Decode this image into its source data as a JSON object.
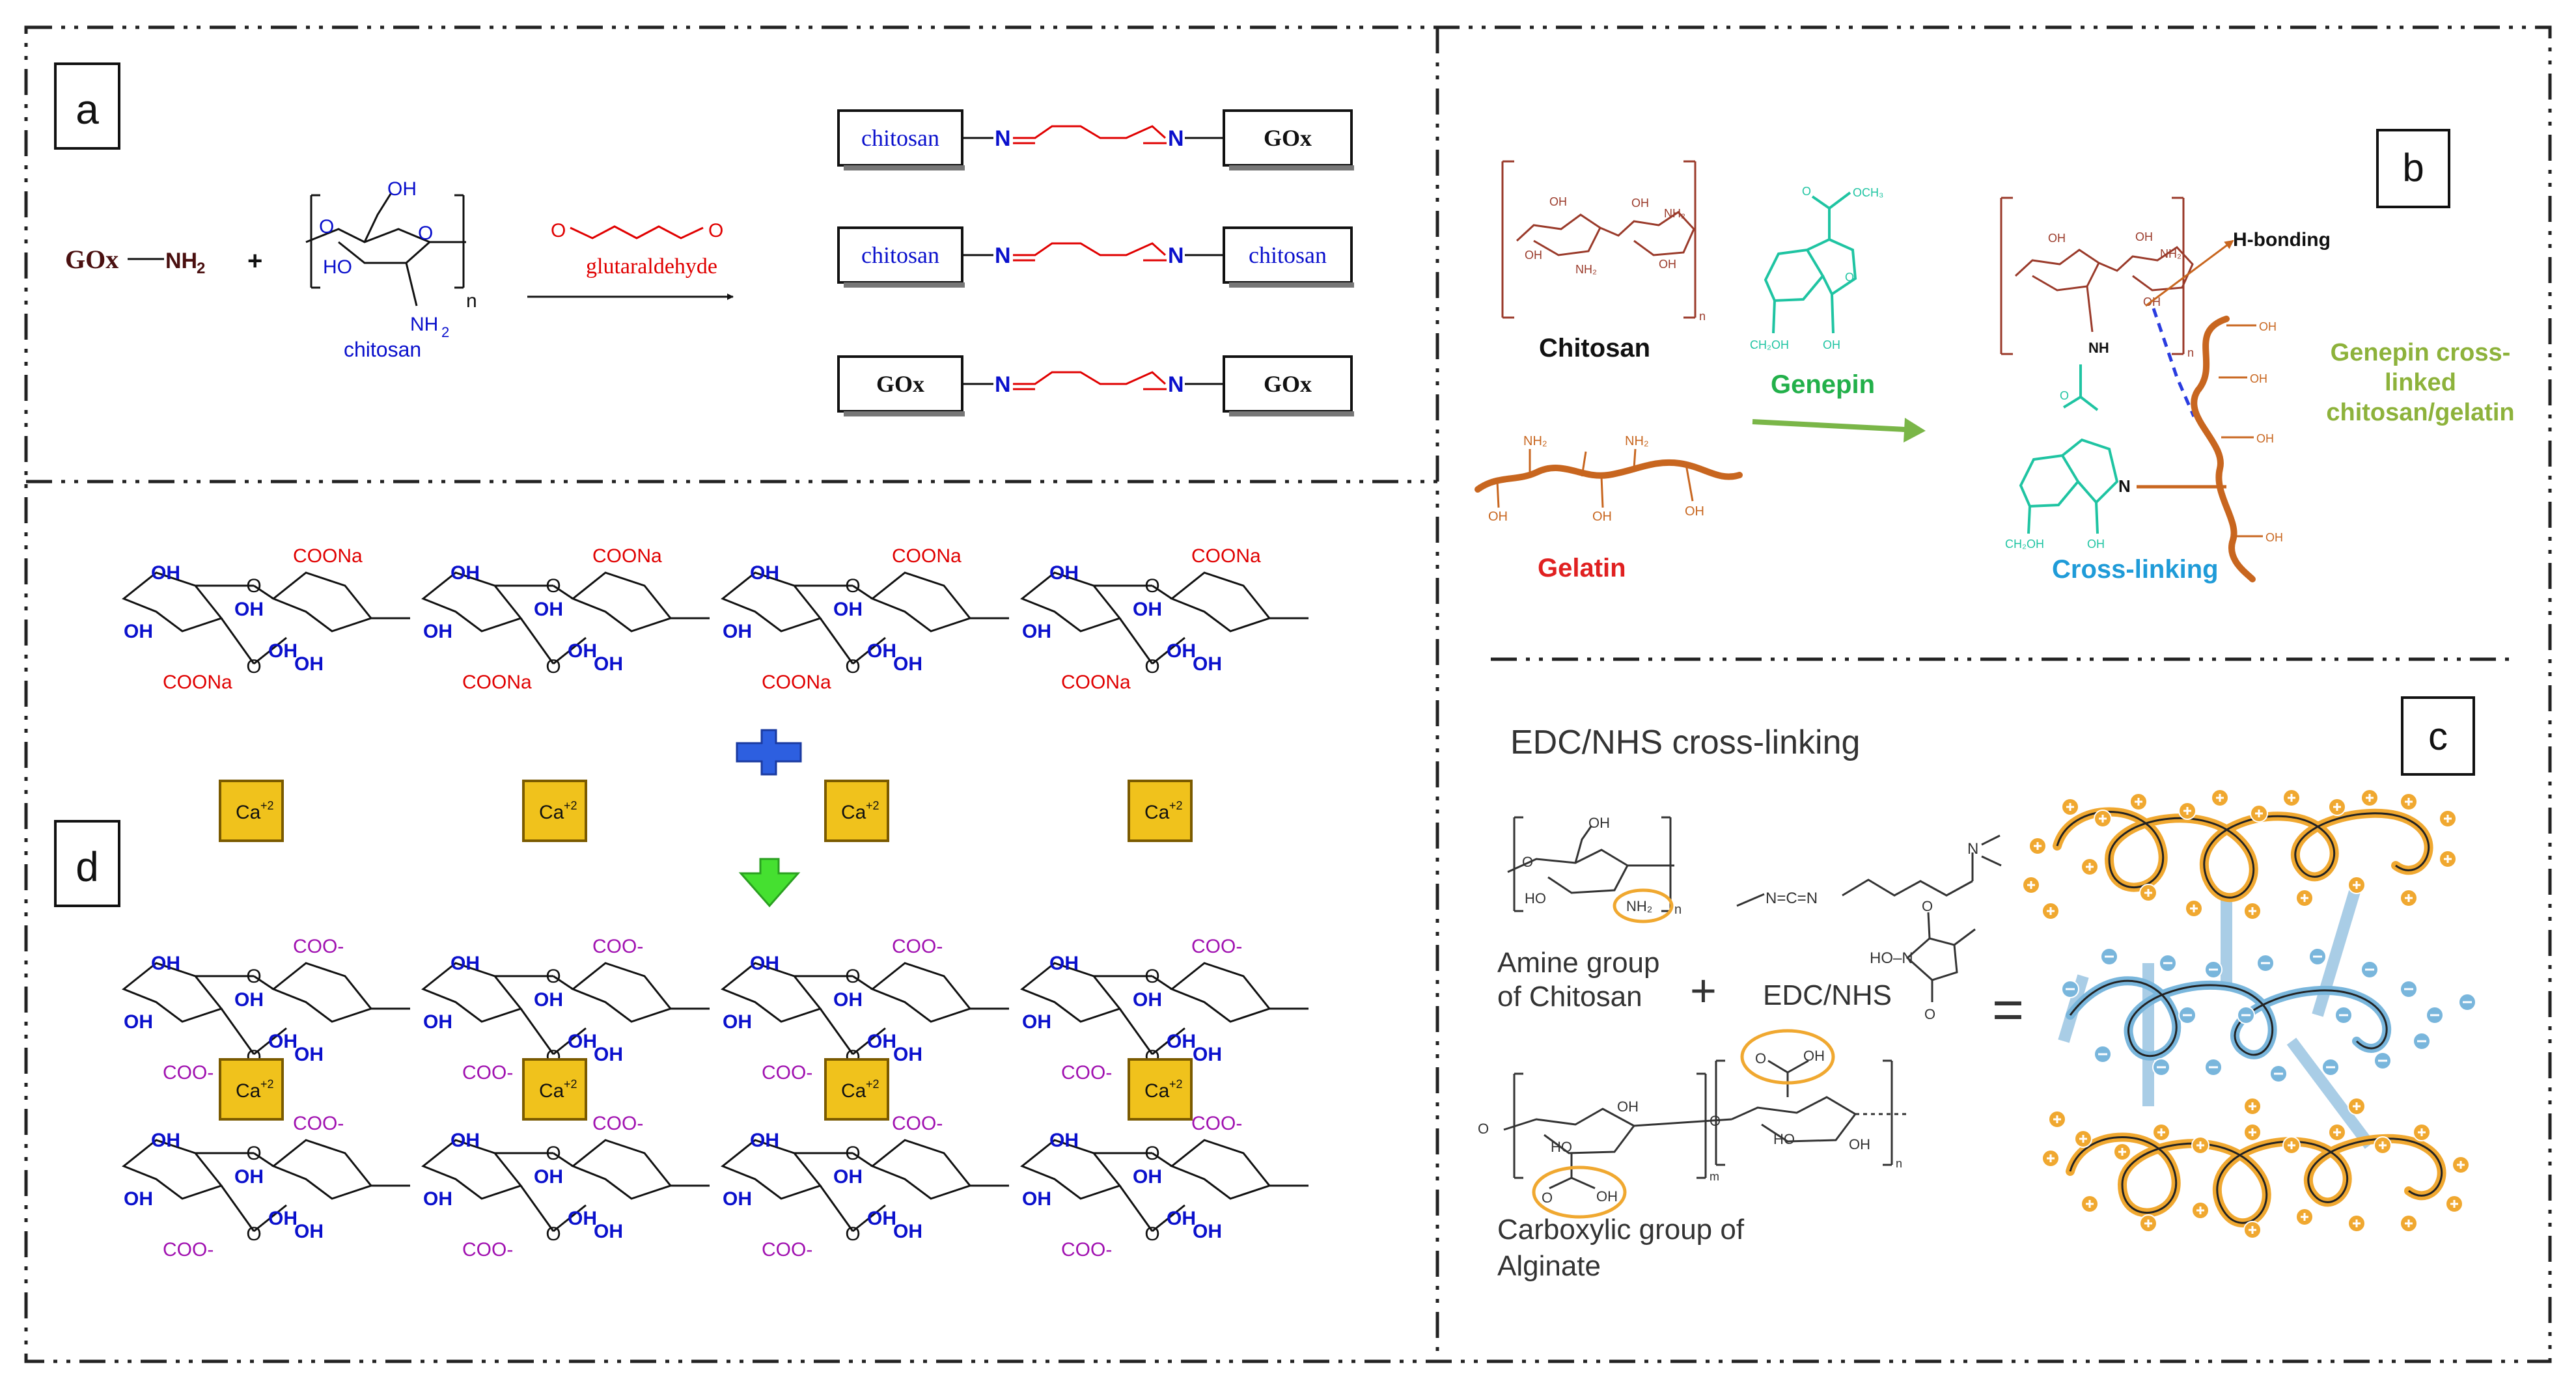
{
  "panels": {
    "a": {
      "letter": "a",
      "reactant_gox": "GOx",
      "reactant_nh2": "NH",
      "reactant_nh2_sub": "2",
      "plus": "+",
      "chitosan_label": "chitosan",
      "chitosan_oh": "OH",
      "chitosan_ho": "HO",
      "chitosan_o": "O",
      "chitosan_nh2": "NH",
      "chitosan_nh2_sub": "2",
      "chitosan_n": "n",
      "aldehyde_o": "O",
      "reagent": "glutaraldehyde",
      "n_atom": "N",
      "products": [
        {
          "left": "chitosan",
          "right": "GOx"
        },
        {
          "left": "chitosan",
          "right": "chitosan"
        },
        {
          "left": "GOx",
          "right": "GOx"
        }
      ]
    },
    "b": {
      "letter": "b",
      "chitosan": "Chitosan",
      "genepin": "Genepin",
      "gelatin": "Gelatin",
      "h_bonding": "H-bonding",
      "cross_linking": "Cross-linking",
      "result_lines": [
        "Genepin cross-",
        "linked",
        "chitosan/gelatin"
      ],
      "nh": "NH",
      "n": "N",
      "oh": "OH",
      "nh2": "NH₂",
      "ch2oh": "CH₂OH",
      "och3": "OCH₃",
      "o": "O",
      "n_sub": "n"
    },
    "c": {
      "letter": "c",
      "title": "EDC/NHS cross-linking",
      "amine_lines": [
        "Amine group",
        "of Chitosan"
      ],
      "plus": "+",
      "edc_nhs": "EDC/NHS",
      "equals": "=",
      "carboxylic_lines": [
        "Carboxylic group of",
        "Alginate"
      ],
      "oh": "OH",
      "ho": "HO",
      "o": "O",
      "nh2": "NH₂",
      "n": "N",
      "edc_chain": "N=C=N",
      "nhs_hoN": "HO–N",
      "sub_n": "n",
      "sub_m": "m"
    },
    "d": {
      "letter": "d",
      "coona": "COONa",
      "coo": "COO-",
      "oh": "OH",
      "o": "O",
      "ca": "Ca+2",
      "ca_text": "Ca",
      "ca_sup": "+2"
    }
  },
  "colors": {
    "border": "#222222",
    "blue": "#0a10cc",
    "red": "#e00000",
    "purple": "#a010b0",
    "orange": "#c8661f",
    "teal": "#1fc4a2",
    "green_arrow": "#7ab648",
    "olive_text": "#8db23b",
    "cross_blue": "#1f9bd8",
    "gel_red": "#e02020",
    "ca_fill": "#f0c21c",
    "ca_stroke": "#7a5a00",
    "alg_orange": "#f0a830",
    "chi_blue": "#79b6dc",
    "plus_blue": "#2d5fe0",
    "arrow_green": "#45e030"
  }
}
